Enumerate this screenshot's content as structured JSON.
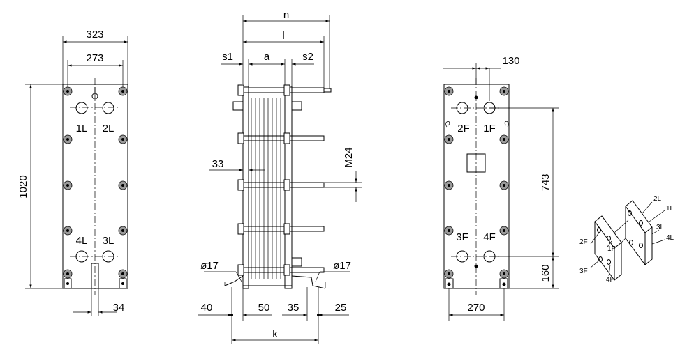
{
  "front_view": {
    "dims": {
      "overall_width": "323",
      "bolt_width": "273",
      "height": "1020",
      "foot": "34"
    },
    "ports": {
      "top_left": "1L",
      "top_right": "2L",
      "bottom_left": "4L",
      "bottom_right": "3L"
    }
  },
  "side_view": {
    "dims": {
      "n": "n",
      "l": "l",
      "s1": "s1",
      "a": "a",
      "s2": "s2",
      "plate_pitch": "33",
      "bolt": "M24",
      "hole_left": "ø17",
      "hole_right": "ø17",
      "foot_left_a": "40",
      "foot_left_b": "50",
      "foot_right_a": "35",
      "foot_right_b": "25",
      "k": "k"
    }
  },
  "back_view": {
    "dims": {
      "offset_top": "130",
      "port_spacing": "743",
      "bottom": "160",
      "foot_width": "270"
    },
    "ports": {
      "top_left": "2F",
      "top_right": "1F",
      "bottom_left": "3F",
      "bottom_right": "4F"
    }
  },
  "iso_view": {
    "labels": {
      "l2": "2L",
      "l1": "1L",
      "l3": "3L",
      "l4": "4L",
      "f2": "2F",
      "f1": "1F",
      "f3": "3F",
      "f4": "4F"
    }
  }
}
